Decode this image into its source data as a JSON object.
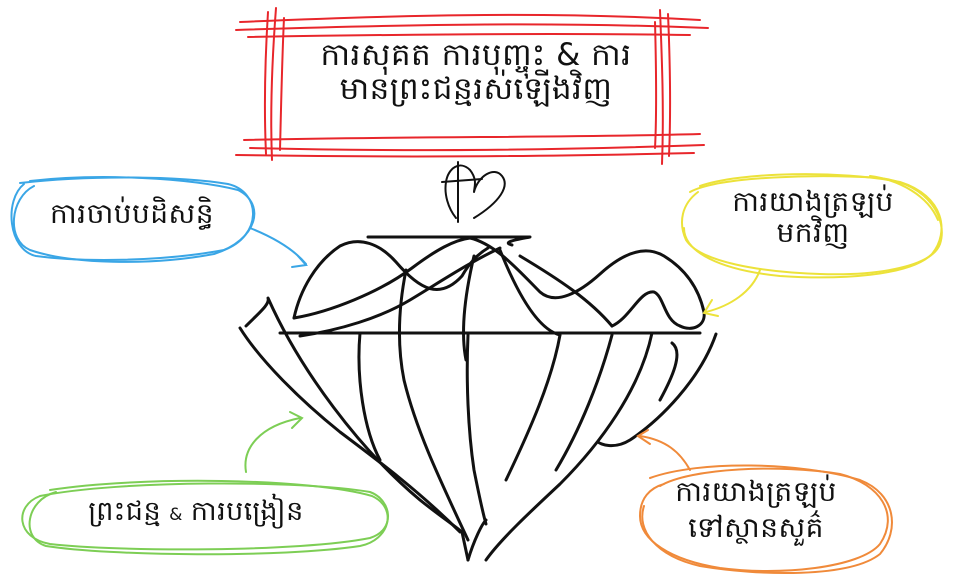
{
  "title": {
    "line1": "ការសុគត ការបុញ្ចុះ & ការ",
    "line2": "មានព្រះជន្មរស់ឡើងវិញ"
  },
  "labels": {
    "incarnation": "ការចាប់បដិសន្ធិ",
    "ascension_line1": "ការយាងត្រឡប់",
    "ascension_line2": "មកវិញ",
    "baptism_part1": "ព្រះជន្ម",
    "baptism_amp": "&",
    "baptism_part2": "ការបង្រៀន",
    "heaven_line1": "ការយាងត្រឡប់",
    "heaven_line2": "ទៅស្ថានសួគ៌"
  },
  "colors": {
    "title_frame": "#e8262b",
    "incarnation_outline": "#3aa6e6",
    "ascension_outline": "#ece23a",
    "baptism_outline": "#7dce55",
    "heaven_outline": "#f08a3a",
    "ink": "#111111"
  },
  "icons": {
    "top": "heart-with-cross-icon",
    "center": "diamond-sketch-icon"
  }
}
